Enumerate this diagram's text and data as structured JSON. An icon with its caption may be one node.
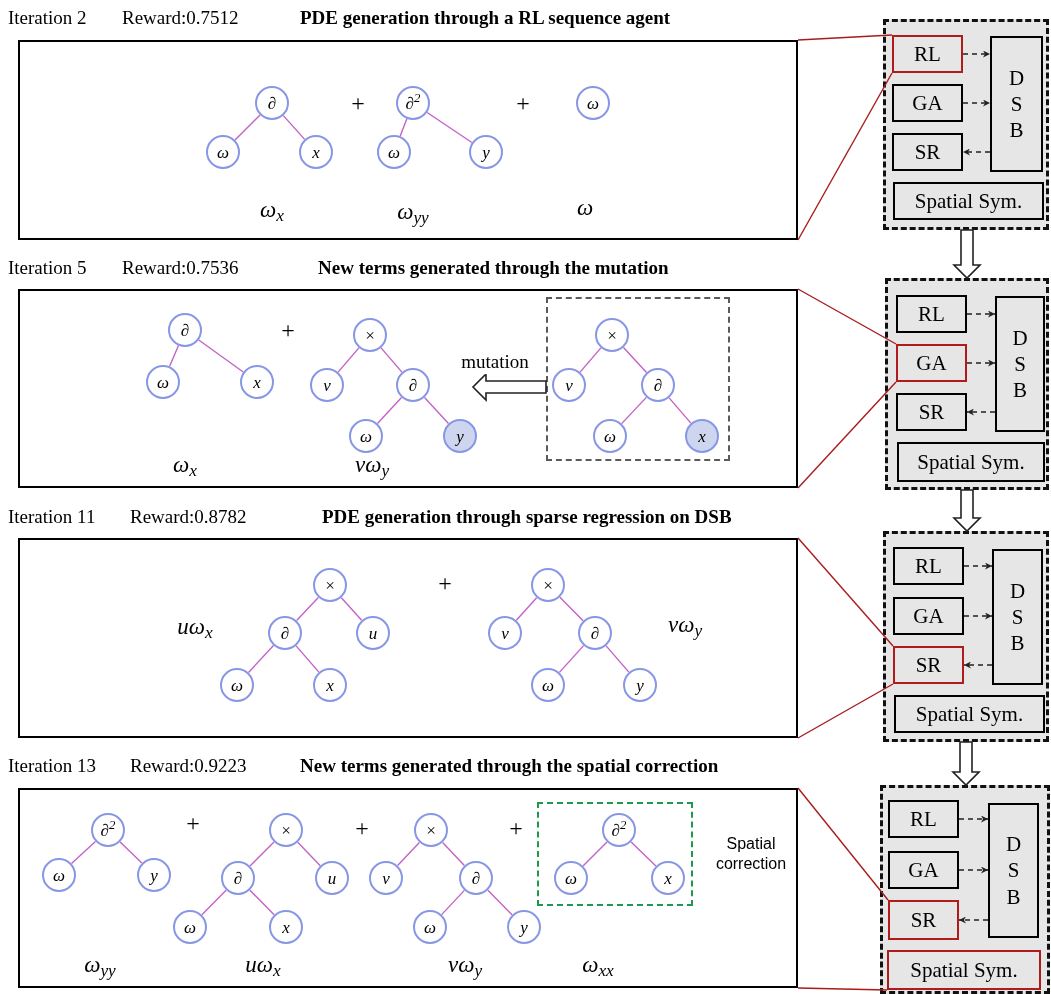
{
  "diagram": {
    "nodes": [
      {
        "text": [],
        "shape": "box"
      },
      {
        "text": [
          "∂"
        ],
        "in": 0
      },
      {
        "text": [
          "ω"
        ],
        "in": 0
      },
      {
        "text": [
          "x"
        ],
        "in": 0
      },
      {
        "text": [
          "∂$^{2}$"
        ],
        "in": 0
      },
      {
        "text": [
          "ω"
        ],
        "in": 0
      },
      {
        "text": [
          "y"
        ],
        "in": 0
      },
      {
        "text": [
          "ω"
        ],
        "in": 0
      },
      {
        "text": [],
        "shape": "box"
      },
      {
        "text": [
          "RL"
        ],
        "in": 8
      },
      {
        "text": [
          "GA"
        ],
        "in": 8
      },
      {
        "text": [
          "SR"
        ],
        "in": 8
      },
      {
        "text": [
          "D S B"
        ],
        "in": 8
      },
      {
        "text": [
          "Spatial Sym."
        ],
        "in": 8
      },
      {
        "text": [],
        "shape": "box"
      },
      {
        "text": [
          "∂"
        ],
        "in": 14
      },
      {
        "text": [
          "ω"
        ],
        "in": 14
      },
      {
        "text": [
          "x"
        ],
        "in": 14
      },
      {
        "text": [
          "×"
        ],
        "in": 14
      },
      {
        "text": [
          "v"
        ],
        "in": 14
      },
      {
        "text": [
          "∂"
        ],
        "in": 14
      },
      {
        "text": [
          "ω"
        ],
        "in": 14
      },
      {
        "text": [
          "y"
        ],
        "in": 14
      },
      {
        "text": [],
        "shape": "box",
        "in": 14
      },
      {
        "text": [
          "×"
        ],
        "in": 23
      },
      {
        "text": [
          "v"
        ],
        "in": 23
      },
      {
        "text": [
          "∂"
        ],
        "in": 23
      },
      {
        "text": [
          "ω"
        ],
        "in": 23
      },
      {
        "text": [
          "x"
        ],
        "in": 23
      },
      {
        "text": [],
        "shape": "box"
      },
      {
        "text": [
          "RL"
        ],
        "in": 29
      },
      {
        "text": [
          "GA"
        ],
        "in": 29
      },
      {
        "text": [
          "SR"
        ],
        "in": 29
      },
      {
        "text": [
          "D S B"
        ],
        "in": 29
      },
      {
        "text": [
          "Spatial Sym."
        ],
        "in": 29
      },
      {
        "text": [],
        "shape": "box"
      },
      {
        "text": [
          "×"
        ],
        "in": 35
      },
      {
        "text": [
          "∂"
        ],
        "in": 35
      },
      {
        "text": [
          "u"
        ],
        "in": 35
      },
      {
        "text": [
          "ω"
        ],
        "in": 35
      },
      {
        "text": [
          "x"
        ],
        "in": 35
      },
      {
        "text": [
          "×"
        ],
        "in": 35
      },
      {
        "text": [
          "v"
        ],
        "in": 35
      },
      {
        "text": [
          "∂"
        ],
        "in": 35
      },
      {
        "text": [
          "ω"
        ],
        "in": 35
      },
      {
        "text": [
          "y"
        ],
        "in": 35
      },
      {
        "text": [],
        "shape": "box"
      },
      {
        "text": [
          "RL"
        ],
        "in": 46
      },
      {
        "text": [
          "GA"
        ],
        "in": 46
      },
      {
        "text": [
          "SR"
        ],
        "in": 46
      },
      {
        "text": [
          "D S B"
        ],
        "in": 46
      },
      {
        "text": [
          "Spatial Sym."
        ],
        "in": 46
      },
      {
        "text": [],
        "shape": "box"
      },
      {
        "text": [
          "∂$^{2}$"
        ],
        "in": 52
      },
      {
        "text": [
          "ω"
        ],
        "in": 52
      },
      {
        "text": [
          "y"
        ],
        "in": 52
      },
      {
        "text": [
          "×"
        ],
        "in": 52
      },
      {
        "text": [
          "∂"
        ],
        "in": 52
      },
      {
        "text": [
          "u"
        ],
        "in": 52
      },
      {
        "text": [
          "ω"
        ],
        "in": 52
      },
      {
        "text": [
          "x"
        ],
        "in": 52
      },
      {
        "text": [
          "×"
        ],
        "in": 52
      },
      {
        "text": [
          "v"
        ],
        "in": 52
      },
      {
        "text": [
          "∂"
        ],
        "in": 52
      },
      {
        "text": [
          "ω"
        ],
        "in": 52
      },
      {
        "text": [
          "y"
        ],
        "in": 52
      },
      {
        "text": [],
        "shape": "box",
        "in": 52,
        "beside": [
          "Spatial correction"
        ]
      },
      {
        "text": [
          "∂$^{2}$"
        ],
        "in": 66
      },
      {
        "text": [
          "ω"
        ],
        "in": 66
      },
      {
        "text": [
          "x"
        ],
        "in": 66
      },
      {
        "text": [],
        "shape": "box"
      },
      {
        "text": [
          "RL"
        ],
        "in": 70
      },
      {
        "text": [
          "GA"
        ],
        "in": 70
      },
      {
        "text": [
          "SR"
        ],
        "in": 70
      },
      {
        "text": [
          "D S B"
        ],
        "in": 70
      },
      {
        "text": [
          "Spatial Sym."
        ],
        "in": 70
      }
    ],
    "edges": [
      {
        "from": 1,
        "to": 2,
        "arrow": "none"
      },
      {
        "from": 1,
        "to": 3,
        "arrow": "none"
      },
      {
        "from": 4,
        "to": 5,
        "arrow": "none"
      },
      {
        "from": 4,
        "to": 6,
        "arrow": "none"
      },
      {
        "from": 15,
        "to": 16,
        "arrow": "none"
      },
      {
        "from": 15,
        "to": 17,
        "arrow": "none"
      },
      {
        "from": 18,
        "to": 19,
        "arrow": "none"
      },
      {
        "from": 18,
        "to": 20,
        "arrow": "none"
      },
      {
        "from": 20,
        "to": 21,
        "arrow": "none"
      },
      {
        "from": 20,
        "to": 22,
        "arrow": "none"
      },
      {
        "from": 24,
        "to": 25,
        "arrow": "none"
      },
      {
        "from": 24,
        "to": 26,
        "arrow": "none"
      },
      {
        "from": 26,
        "to": 27,
        "arrow": "none"
      },
      {
        "from": 26,
        "to": 28,
        "arrow": "none"
      },
      {
        "from": 36,
        "to": 37,
        "arrow": "none"
      },
      {
        "from": 36,
        "to": 38,
        "arrow": "none"
      },
      {
        "from": 37,
        "to": 39,
        "arrow": "none"
      },
      {
        "from": 37,
        "to": 40,
        "arrow": "none"
      },
      {
        "from": 41,
        "to": 42,
        "arrow": "none"
      },
      {
        "from": 41,
        "to": 43,
        "arrow": "none"
      },
      {
        "from": 43,
        "to": 44,
        "arrow": "none"
      },
      {
        "from": 43,
        "to": 45,
        "arrow": "none"
      },
      {
        "from": 53,
        "to": 54,
        "arrow": "none"
      },
      {
        "from": 53,
        "to": 55,
        "arrow": "none"
      },
      {
        "from": 56,
        "to": 57,
        "arrow": "none"
      },
      {
        "from": 56,
        "to": 58,
        "arrow": "none"
      },
      {
        "from": 57,
        "to": 59,
        "arrow": "none"
      },
      {
        "from": 57,
        "to": 60,
        "arrow": "none"
      },
      {
        "from": 61,
        "to": 62,
        "arrow": "none"
      },
      {
        "from": 61,
        "to": 63,
        "arrow": "none"
      },
      {
        "from": 63,
        "to": 64,
        "arrow": "none"
      },
      {
        "from": 63,
        "to": 65,
        "arrow": "none"
      },
      {
        "from": 67,
        "to": 68,
        "arrow": "none"
      },
      {
        "from": 67,
        "to": 69,
        "arrow": "none"
      },
      {
        "from": 9,
        "to": 12,
        "arrow": "to",
        "style": "dashed",
        "color": "#222222"
      },
      {
        "from": 10,
        "to": 12,
        "arrow": "to",
        "style": "dashed",
        "color": "#222222"
      },
      {
        "from": 12,
        "to": 11,
        "arrow": "to",
        "style": "dashed",
        "color": "#222222"
      },
      {
        "from": 30,
        "to": 33,
        "arrow": "to",
        "style": "dashed",
        "color": "#222222"
      },
      {
        "from": 31,
        "to": 33,
        "arrow": "to",
        "style": "dashed",
        "color": "#222222"
      },
      {
        "from": 33,
        "to": 32,
        "arrow": "to",
        "style": "dashed",
        "color": "#222222"
      },
      {
        "from": 47,
        "to": 50,
        "arrow": "to",
        "style": "dashed",
        "color": "#222222"
      },
      {
        "from": 48,
        "to": 50,
        "arrow": "to",
        "style": "dashed",
        "color": "#222222"
      },
      {
        "from": 50,
        "to": 49,
        "arrow": "to",
        "style": "dashed",
        "color": "#222222"
      },
      {
        "from": 71,
        "to": 74,
        "arrow": "to",
        "style": "dashed",
        "color": "#222222"
      },
      {
        "from": 72,
        "to": 74,
        "arrow": "to",
        "style": "dashed",
        "color": "#222222"
      },
      {
        "from": 74,
        "to": 73,
        "arrow": "to",
        "style": "dashed",
        "color": "#222222"
      },
      {
        "from": 8,
        "to": 29,
        "arrow": "to",
        "style": "thick",
        "color": "#222222"
      },
      {
        "from": 29,
        "to": 46,
        "arrow": "to",
        "style": "thick",
        "color": "#222222"
      },
      {
        "from": 46,
        "to": 70,
        "arrow": "to",
        "style": "thick",
        "color": "#222222"
      },
      {
        "from": 23,
        "to": null,
        "arrow": "to",
        "style": "thick",
        "color": "#222222",
        "label": "mutation"
      },
      {
        "from": 0,
        "to": 9,
        "arrow": "none",
        "color": "#a81c1c"
      },
      {
        "from": 0,
        "to": 9,
        "arrow": "none",
        "color": "#a81c1c"
      },
      {
        "from": 14,
        "to": 31,
        "arrow": "none",
        "color": "#a81c1c"
      },
      {
        "from": 14,
        "to": 31,
        "arrow": "none",
        "color": "#a81c1c"
      },
      {
        "from": 35,
        "to": 49,
        "arrow": "none",
        "color": "#a81c1c"
      },
      {
        "from": 35,
        "to": 49,
        "arrow": "none",
        "color": "#a81c1c"
      },
      {
        "from": 52,
        "to": 73,
        "arrow": "none",
        "color": "#a81c1c"
      },
      {
        "from": 52,
        "to": 75,
        "arrow": "none",
        "color": "#a81c1c"
      }
    ],
    "labels": [
      "Iteration 2",
      "Reward:0.7512",
      "PDE generation through a RL sequence agent",
      "+",
      "+",
      "ω$_{x}$",
      "ω$_{yy}$",
      "ω",
      "Iteration 5",
      "Reward:0.7536",
      "New terms generated through the mutation",
      "+",
      "ω$_{x}$",
      "vω$_{y}$",
      "Iteration 11",
      "Reward:0.8782",
      "PDE generation through sparse regression on DSB",
      "uω$_{x}$",
      "+",
      "vω$_{y}$",
      "Iteration 13",
      "Reward:0.9223",
      "New terms generated through the spatial correction",
      "+",
      "+",
      "+",
      "ω$_{yy}$",
      "uω$_{x}$",
      "vω$_{y}$",
      "ω$_{xx}$"
    ]
  }
}
